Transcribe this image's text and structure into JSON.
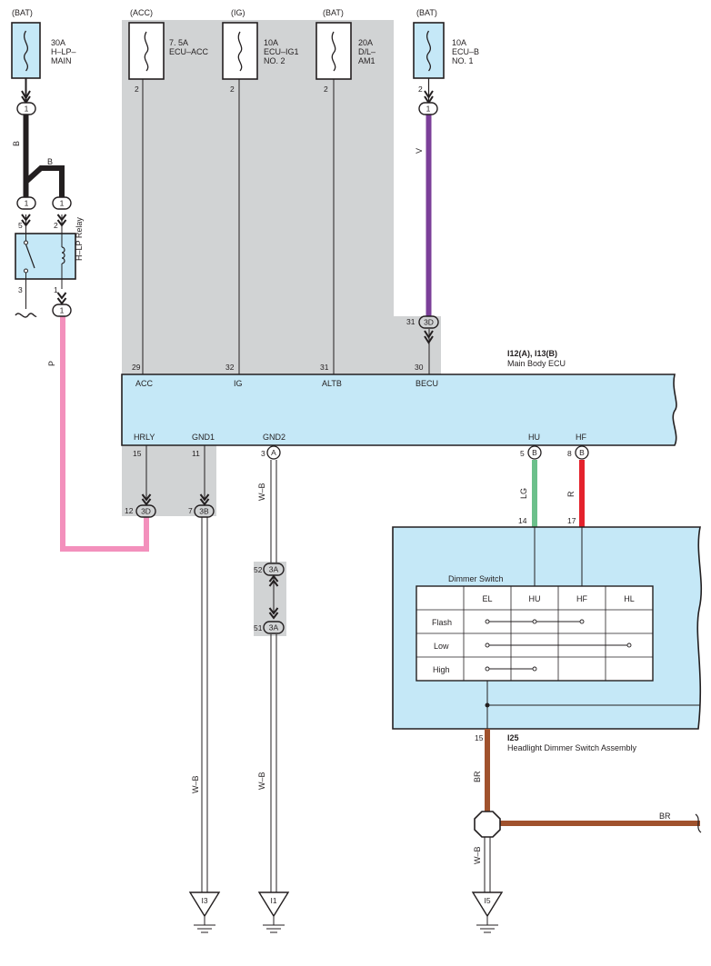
{
  "fuses": [
    {
      "id": "hlp",
      "source": "(BAT)",
      "rating": "30A",
      "name1": "H–LP–",
      "name2": "MAIN",
      "name3": ""
    },
    {
      "id": "acc",
      "source": "(ACC)",
      "rating": "7. 5A",
      "name1": "ECU–ACC",
      "name2": "",
      "name3": ""
    },
    {
      "id": "ig",
      "source": "(IG)",
      "rating": "10A",
      "name1": "ECU–IG1",
      "name2": "NO. 2",
      "name3": ""
    },
    {
      "id": "dl",
      "source": "(BAT)",
      "rating": "20A",
      "name1": "D/L–",
      "name2": "AM1",
      "name3": ""
    },
    {
      "id": "ecub",
      "source": "(BAT)",
      "rating": "10A",
      "name1": "ECU–B",
      "name2": "NO. 1",
      "name3": ""
    }
  ],
  "fuse_pins": {
    "acc": "2",
    "ig": "2",
    "dl": "2",
    "ecub": "2"
  },
  "connectors": {
    "c1_hlp": "1",
    "c1_relay_a": "1",
    "c1_relay_b": "1",
    "c1_relay_out": "1",
    "c1_ecub": "1",
    "c3d_top": "3D",
    "c3d_bottom": "3D",
    "c3b": "3B",
    "c3a_top": "3A",
    "c3a_bottom": "3A",
    "pin_a": "A",
    "pin_b_hu": "B",
    "pin_b_hf": "B"
  },
  "wire_colors": {
    "b1": "B",
    "b2": "B",
    "v": "V",
    "p": "P",
    "wb1": "W–B",
    "wb2": "W–B",
    "wb3": "W–B",
    "wb4": "W–B",
    "lg": "LG",
    "r": "R",
    "br1": "BR",
    "br2": "BR"
  },
  "relay": {
    "name": "H–LP Relay",
    "pin5": "5",
    "pin2": "2",
    "pin3": "3",
    "pin1": "1"
  },
  "ecu": {
    "code": "I12(A), I13(B)",
    "name": "Main Body ECU",
    "top_terms": [
      {
        "pin": "29",
        "label": "ACC"
      },
      {
        "pin": "32",
        "label": "IG"
      },
      {
        "pin": "31",
        "label": "ALTB"
      },
      {
        "pin": "30",
        "label": "BECU"
      }
    ],
    "bottom_terms": [
      {
        "pin": "15",
        "label": "HRLY"
      },
      {
        "pin": "11",
        "label": "GND1"
      },
      {
        "pin": "3",
        "label": "GND2"
      },
      {
        "pin": "5",
        "label": "HU"
      },
      {
        "pin": "8",
        "label": "HF"
      }
    ],
    "conn_pins": {
      "p31": "31",
      "p12": "12",
      "p7": "7",
      "p52": "52",
      "p51": "51"
    }
  },
  "switch": {
    "code": "I25",
    "name": "Headlight Dimmer Switch Assembly",
    "pin14": "14",
    "pin17": "17",
    "pin15": "15",
    "table_title": "Dimmer Switch",
    "columns": [
      "EL",
      "HU",
      "HF",
      "HL"
    ],
    "rows": [
      "Flash",
      "Low",
      "High"
    ]
  },
  "grounds": [
    "I3",
    "I1",
    "I5"
  ],
  "colors": {
    "fill": "#c5e8f7",
    "gray": "#d1d3d4",
    "pink": "#f390bc",
    "purple": "#7b3f99",
    "green": "#6cc08b",
    "red": "#e4222c",
    "brown": "#a0522d",
    "black": "#231f20"
  }
}
